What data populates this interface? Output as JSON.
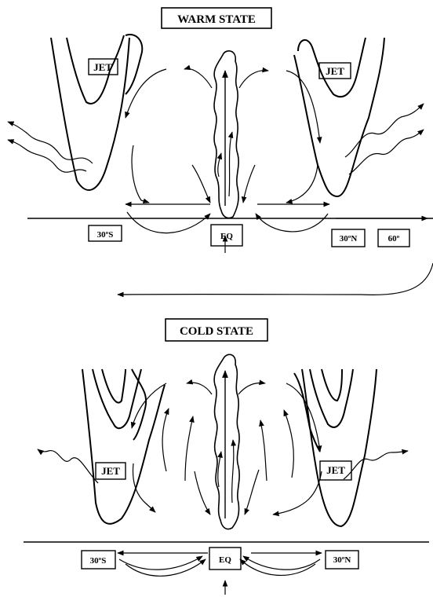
{
  "warm": {
    "title": "WARM STATE",
    "jet_left": "JET",
    "jet_right": "JET",
    "lat_30s": "30ºS",
    "lat_eq": "EQ",
    "lat_30n": "30ºN",
    "lat_60": "60º"
  },
  "cold": {
    "title": "COLD STATE",
    "jet_left": "JET",
    "jet_right": "JET",
    "lat_30s": "30ºS",
    "lat_eq": "EQ",
    "lat_30n": "30ºN"
  },
  "colors": {
    "ink": "#000000",
    "background": "#ffffff"
  }
}
